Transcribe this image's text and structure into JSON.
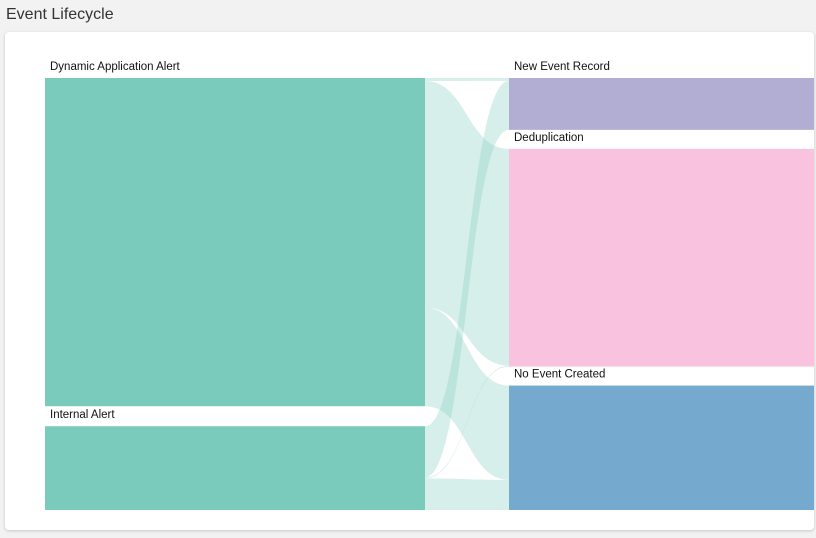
{
  "page": {
    "title": "Event Lifecycle"
  },
  "chart_data": {
    "type": "sankey",
    "title": "Event Lifecycle",
    "nodes": [
      {
        "id": "dynamic-application-alert",
        "label": "Dynamic Application Alert",
        "column": 0,
        "color": "#7bcbbd"
      },
      {
        "id": "internal-alert",
        "label": "Internal Alert",
        "column": 0,
        "color": "#7bcbbd"
      },
      {
        "id": "new-event-record",
        "label": "New Event Record",
        "column": 1,
        "color": "#b2add2"
      },
      {
        "id": "deduplication",
        "label": "Deduplication",
        "column": 1,
        "color": "#f9c3e0"
      },
      {
        "id": "no-event-created",
        "label": "No Event Created",
        "column": 1,
        "color": "#76a9ce"
      }
    ],
    "links": [
      {
        "source": "dynamic-application-alert",
        "target": "new-event-record",
        "value": 3
      },
      {
        "source": "dynamic-application-alert",
        "target": "deduplication",
        "value": 230
      },
      {
        "source": "dynamic-application-alert",
        "target": "no-event-created",
        "value": 100
      },
      {
        "source": "internal-alert",
        "target": "new-event-record",
        "value": 52
      },
      {
        "source": "internal-alert",
        "target": "deduplication",
        "value": 1
      },
      {
        "source": "internal-alert",
        "target": "no-event-created",
        "value": 32
      }
    ],
    "colors": {
      "link": "#7bcbbd",
      "link_opacity": 0.3
    }
  }
}
